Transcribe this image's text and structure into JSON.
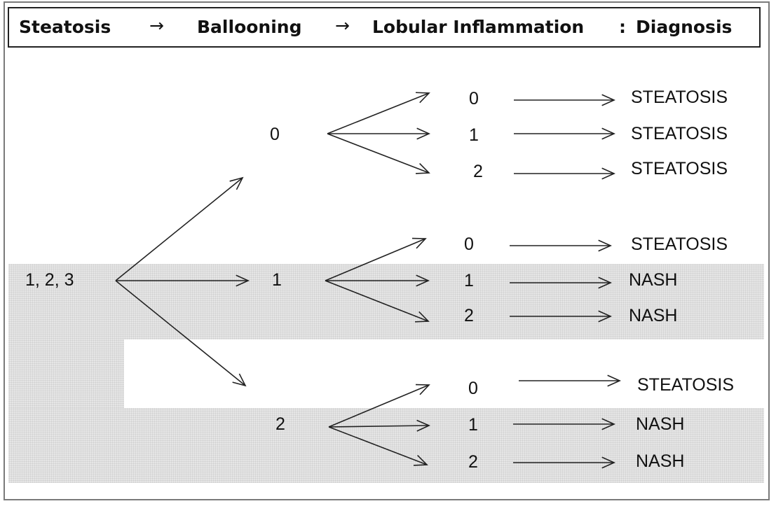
{
  "header": {
    "steatosis": "Steatosis",
    "arrow1": "→",
    "ballooning": "Ballooning",
    "arrow2": "→",
    "lobular": "Lobular Inflammation",
    "colon": ":",
    "diagnosis": "Diagnosis"
  },
  "root": {
    "label": "1, 2, 3"
  },
  "ballooning_nodes": [
    {
      "label": "0"
    },
    {
      "label": "1"
    },
    {
      "label": "2"
    }
  ],
  "branches": [
    {
      "lobular": [
        "0",
        "1",
        "2"
      ],
      "diagnoses": [
        "STEATOSIS",
        "STEATOSIS",
        "STEATOSIS"
      ]
    },
    {
      "lobular": [
        "0",
        "1",
        "2"
      ],
      "diagnoses": [
        "STEATOSIS",
        "NASH",
        "NASH"
      ]
    },
    {
      "lobular": [
        "0",
        "1",
        "2"
      ],
      "diagnoses": [
        "STEATOSIS",
        "NASH",
        "NASH"
      ]
    }
  ],
  "colors": {
    "shading": "#e6e6e6",
    "line": "#222222",
    "border": "#7a7a7a"
  }
}
